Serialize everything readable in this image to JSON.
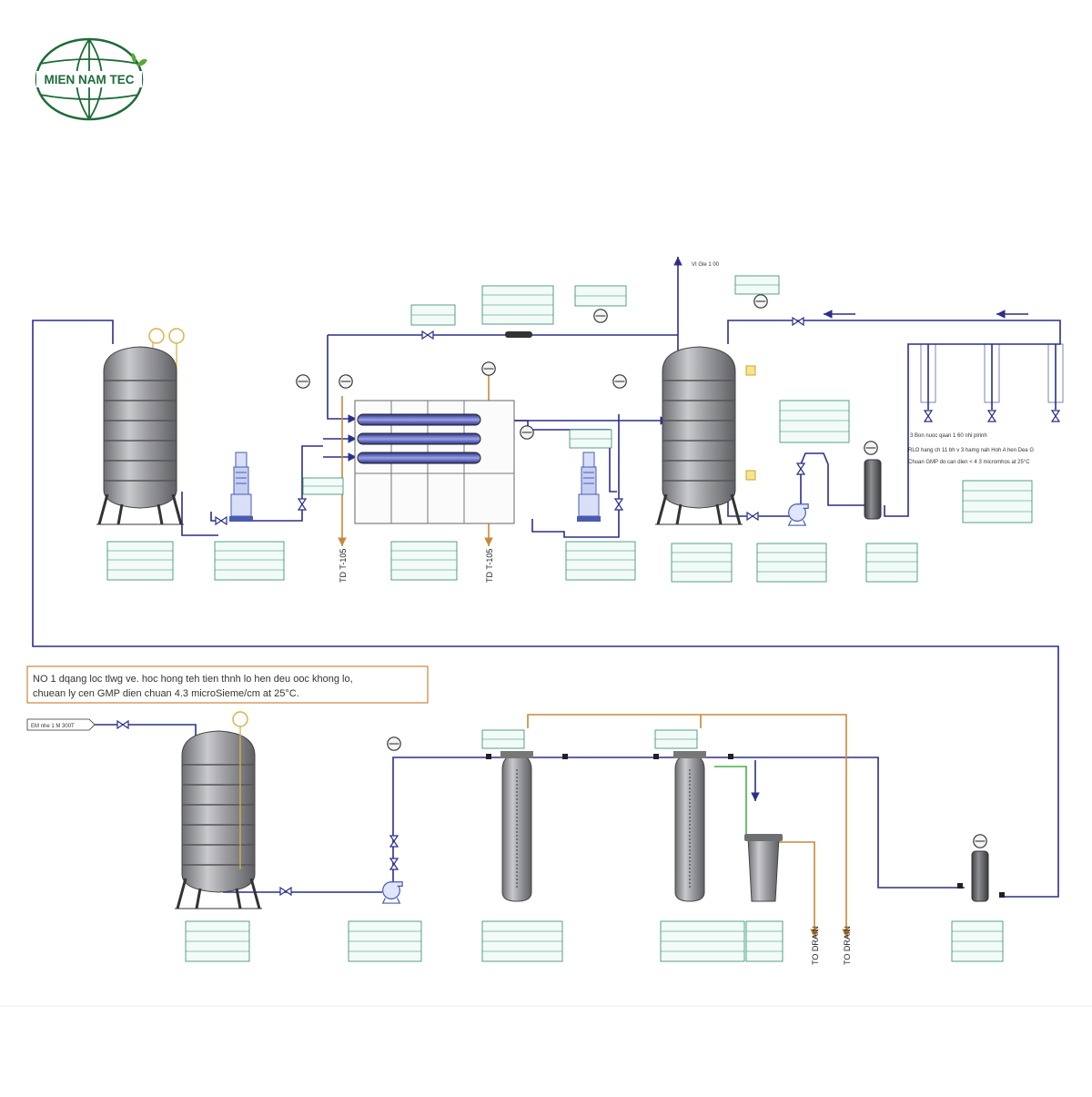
{
  "logo": {
    "text": "MIEN NAM TEC"
  },
  "colors": {
    "pipe_blue": "#2a2f8a",
    "pipe_orange": "#c8893a",
    "pipe_green": "#44b444",
    "tank_metal": "#8f9094",
    "tag_border": "#2d8a6a",
    "logo_green": "#1e6b38"
  },
  "labels": {
    "vent": "VI Gle 1 00",
    "td_left": "TD T-105",
    "td_right": "TD T-105",
    "drain_1": "TO DRAIN",
    "drain_2": "TO DRAIN",
    "inlet": "EM nhe 1 M 300T"
  },
  "notes": {
    "bottom_note_line1": "NO 1 dqang loc tlwg ve. hoc hong teh tien thnh lo hen deu ooc khong lo,",
    "bottom_note_line2": "chuean ly cen GMP dien chuan 4.3 microSieme/cm at 25°C.",
    "right_note_line1": "3 Bon nuoc qaan 1 60 nhi plrinh",
    "right_note_line2": "RLO hang ch 11 bh v 3 hamg nah Hoh A hen Dea G",
    "right_note_line3": "Chuan GMP do can dien < 4 3 micromhos at 25°C"
  },
  "icons": {
    "pressure_gauge": "pressure-gauge-icon",
    "valve": "valve-icon",
    "pump": "pump-icon",
    "tank": "tank-icon",
    "arrow": "flow-arrow-icon",
    "globe": "globe-icon"
  }
}
